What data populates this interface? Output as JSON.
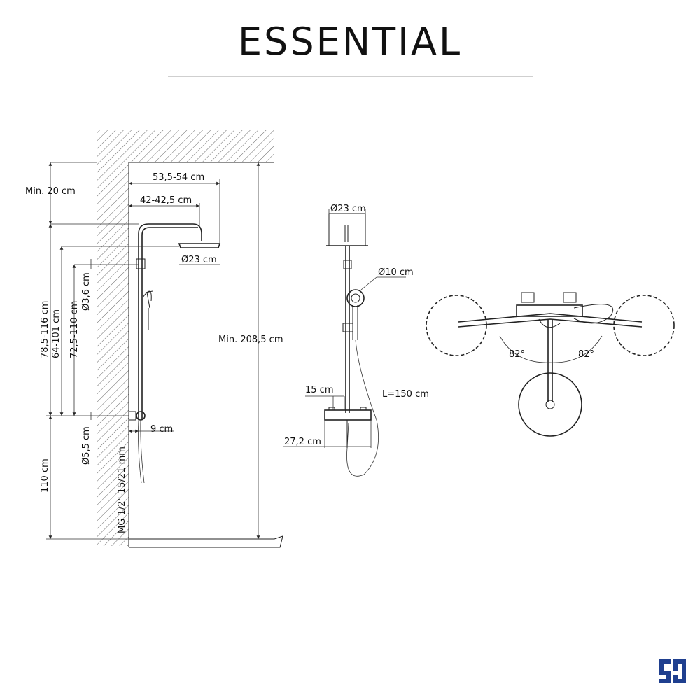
{
  "title": "ESSENTIAL",
  "side_view": {
    "min_ceiling": "Min. 20 cm",
    "arm_length_outer": "53,5-54 cm",
    "arm_length_inner": "42-42,5 cm",
    "head_diameter": "Ø23 cm",
    "total_height": "Min. 208,5 cm",
    "height_range_1": "78,5-116 cm",
    "height_range_2": "64-101 cm",
    "height_range_3": "72,5-110 cm",
    "pipe_diameter": "Ø3,6 cm",
    "connector_diameter": "Ø5,5 cm",
    "wall_offset": "9 cm",
    "mount_height": "110 cm",
    "thread": "MG 1/2\"-15/21 mm"
  },
  "front_view": {
    "head_diameter": "Ø23 cm",
    "hand_shower_diameter": "Ø10 cm",
    "mixer_centers": "15 cm",
    "hose_length": "L=150 cm",
    "mixer_width": "27,2 cm"
  },
  "top_view": {
    "angle_left": "82°",
    "angle_right": "82°"
  },
  "colors": {
    "line": "#222222",
    "logo": "#1f3f8f",
    "divider": "#cfcfcf"
  },
  "logo_icon": "brand-logo-icon"
}
